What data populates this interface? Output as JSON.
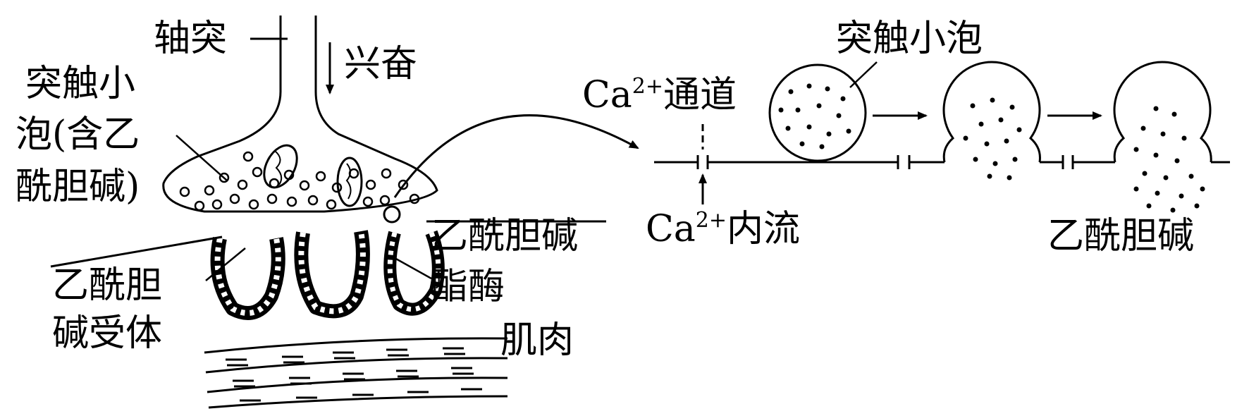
{
  "left_diagram": {
    "axon_label": "轴突",
    "excitation_label": "兴奋",
    "vesicle_label_lines": [
      "突触小",
      "泡(含乙",
      "酰胆碱)"
    ],
    "receptor_label_lines": [
      "乙酰胆",
      "碱受体"
    ],
    "enzyme_label_lines": [
      "乙酰胆碱",
      "酯酶"
    ],
    "muscle_label": "肌肉"
  },
  "right_diagram": {
    "vesicle_label": "突触小泡",
    "channel_label": {
      "base": "Ca",
      "sup": "2+",
      "rest": "通道"
    },
    "influx_label": {
      "base": "Ca",
      "sup": "2+",
      "rest": "内流"
    },
    "ach_label": "乙酰胆碱"
  },
  "colors": {
    "ink": "#000000",
    "background": "#ffffff"
  }
}
